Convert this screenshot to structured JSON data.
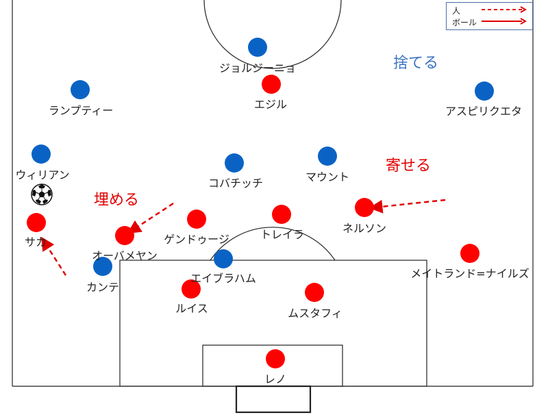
{
  "legend": {
    "person_label": "人",
    "ball_label": "ボール",
    "line_color": "#e00000"
  },
  "annotations": {
    "discard": {
      "text": "捨てる",
      "color": "#3a73c0"
    },
    "approach": {
      "text": "寄せる",
      "color": "#e00000"
    },
    "fill": {
      "text": "埋める",
      "color": "#e00000"
    }
  },
  "colors": {
    "blue_team": "#0a63c4",
    "red_team": "#ff0000",
    "pitch_lines": "#222222"
  },
  "players": {
    "blue": [
      {
        "id": "georginio",
        "name": "ジョルジーニョ"
      },
      {
        "id": "lampty",
        "name": "ランプティー"
      },
      {
        "id": "azpilicueta",
        "name": "アスピリクエタ"
      },
      {
        "id": "willian",
        "name": "ウィリアン"
      },
      {
        "id": "kovacic",
        "name": "コバチッチ"
      },
      {
        "id": "mount",
        "name": "マウント"
      },
      {
        "id": "abraham",
        "name": "エイブラハム"
      },
      {
        "id": "kante",
        "name": "カンテ"
      }
    ],
    "red": [
      {
        "id": "ozil",
        "name": "エジル"
      },
      {
        "id": "saka",
        "name": "サカ"
      },
      {
        "id": "aubameyang",
        "name": "オーバメヤン"
      },
      {
        "id": "guendouzi",
        "name": "ゲンドゥージ"
      },
      {
        "id": "torreira",
        "name": "トレイラ"
      },
      {
        "id": "nelson",
        "name": "ネルソン"
      },
      {
        "id": "maitland",
        "name": "メイトランド=ナイルズ"
      },
      {
        "id": "luiz",
        "name": "ルイス"
      },
      {
        "id": "mustafi",
        "name": "ムスタフィ"
      },
      {
        "id": "leno",
        "name": "レノ"
      }
    ]
  },
  "ball_icon": "soccer-ball-icon"
}
